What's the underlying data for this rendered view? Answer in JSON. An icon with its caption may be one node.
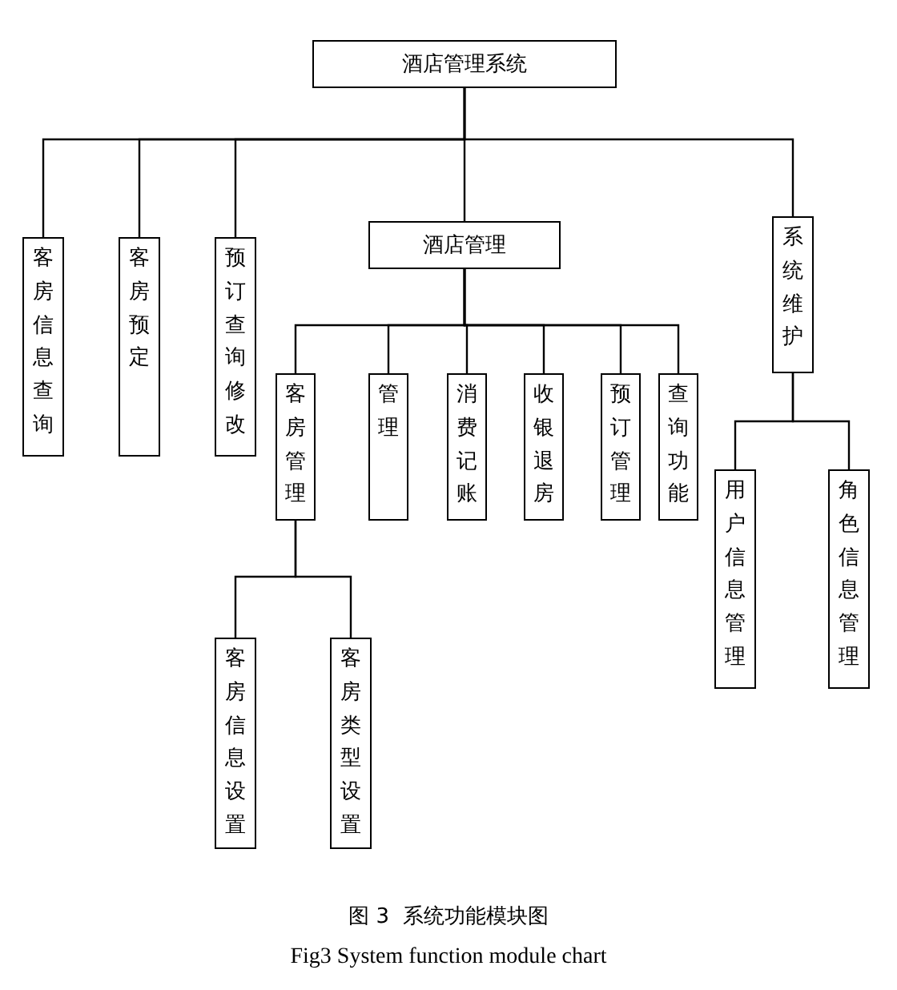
{
  "diagram": {
    "nodes": [
      {
        "text": [
          "酒店管理系统"
        ]
      },
      {
        "text": [
          "客房信息查询"
        ]
      },
      {
        "text": [
          "客房预定"
        ]
      },
      {
        "text": [
          "预订查询修改"
        ]
      },
      {
        "text": [
          "酒店管理"
        ]
      },
      {
        "text": [
          "系统维护"
        ]
      },
      {
        "text": [
          "客房管理"
        ]
      },
      {
        "text": [
          "管理"
        ]
      },
      {
        "text": [
          "消费记账"
        ]
      },
      {
        "text": [
          "收银退房"
        ]
      },
      {
        "text": [
          "预订管理"
        ]
      },
      {
        "text": [
          "查询功能"
        ]
      },
      {
        "text": [
          "用户信息管理"
        ]
      },
      {
        "text": [
          "角色信息管理"
        ]
      },
      {
        "text": [
          "客房信息设置"
        ]
      },
      {
        "text": [
          "客房类型设置"
        ]
      }
    ],
    "edges": [
      {
        "from": 0,
        "to": 1,
        "arrow": "none"
      },
      {
        "from": 0,
        "to": 2,
        "arrow": "none"
      },
      {
        "from": 0,
        "to": 3,
        "arrow": "none"
      },
      {
        "from": 0,
        "to": 4,
        "arrow": "none"
      },
      {
        "from": 0,
        "to": 5,
        "arrow": "none"
      },
      {
        "from": 4,
        "to": 6,
        "arrow": "none"
      },
      {
        "from": 4,
        "to": 7,
        "arrow": "none"
      },
      {
        "from": 4,
        "to": 8,
        "arrow": "none"
      },
      {
        "from": 4,
        "to": 9,
        "arrow": "none"
      },
      {
        "from": 4,
        "to": 10,
        "arrow": "none"
      },
      {
        "from": 4,
        "to": 11,
        "arrow": "none"
      },
      {
        "from": 5,
        "to": 12,
        "arrow": "none"
      },
      {
        "from": 5,
        "to": 13,
        "arrow": "none"
      },
      {
        "from": 6,
        "to": 14,
        "arrow": "none"
      },
      {
        "from": 6,
        "to": 15,
        "arrow": "none"
      }
    ],
    "labels": [
      "图 3  系统功能模块图",
      "Fig3 System function module chart"
    ]
  }
}
